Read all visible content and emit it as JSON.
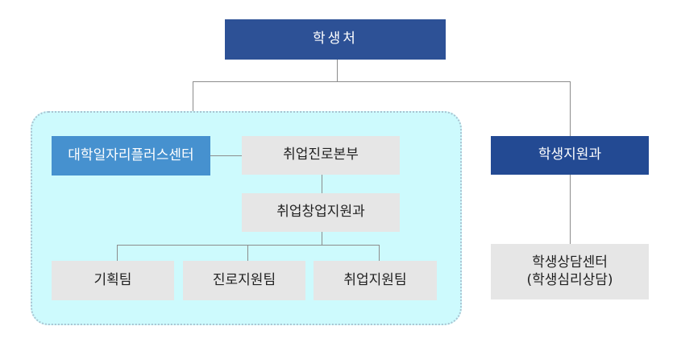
{
  "org": {
    "root": "학생처",
    "center": "대학일자리플러스센터",
    "hq": "취업진로본부",
    "dept": "취업창업지원과",
    "teams": [
      "기획팀",
      "진로지원팀",
      "취업지원팀"
    ],
    "student_support": "학생지원과",
    "counseling": {
      "line1": "학생상담센터",
      "line2": "(학생심리상담)"
    }
  }
}
